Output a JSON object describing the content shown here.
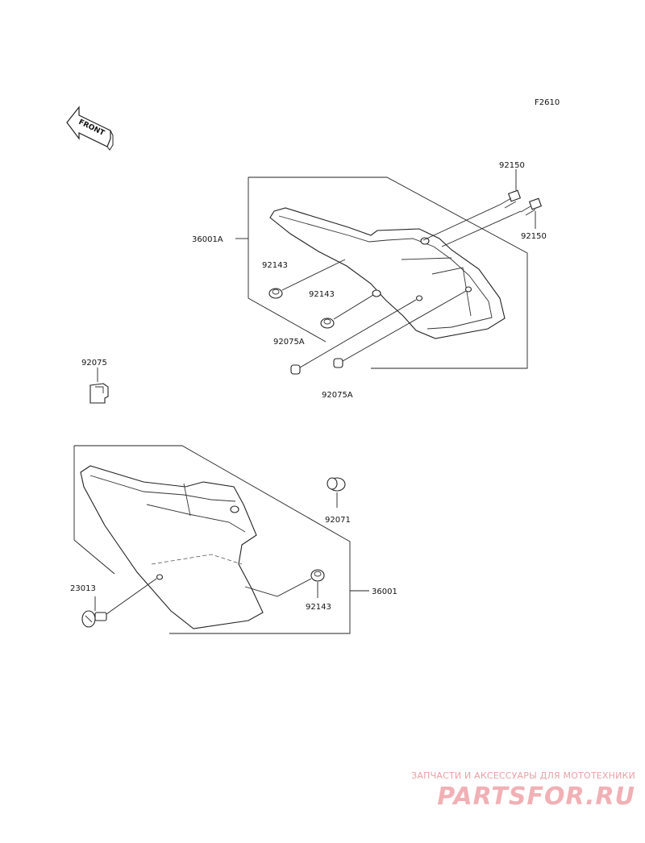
{
  "figure_code": "F2610",
  "front_arrow_text": "FRONT",
  "parts": {
    "p36001A": "36001A",
    "p92150_top": "92150",
    "p92150_right": "92150",
    "p92143_a": "92143",
    "p92143_b": "92143",
    "p92075A_left": "92075A",
    "p92075A_bottom": "92075A",
    "p92075": "92075",
    "p92071": "92071",
    "p23013": "23013",
    "p92143_c": "92143",
    "p36001": "36001"
  },
  "watermark": {
    "tagline": "ЗАПЧАСТИ И АКСЕССУАРЫ ДЛЯ МОТОТЕХНИКИ",
    "logo": "PARTSFOR.RU"
  }
}
